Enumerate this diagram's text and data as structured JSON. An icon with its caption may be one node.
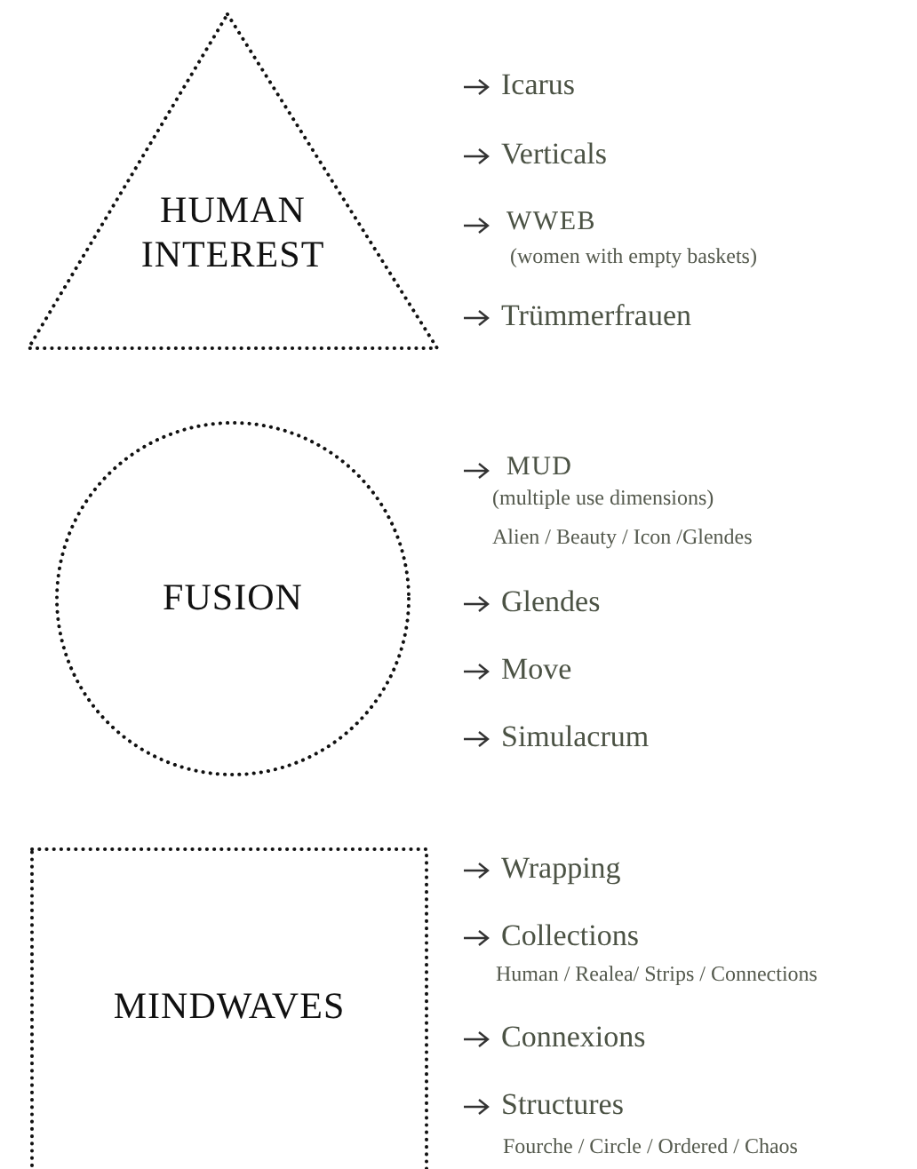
{
  "diagram": {
    "nodes": [
      {
        "text": [
          "HUMAN INTEREST"
        ]
      },
      {
        "text": [
          "FUSION"
        ]
      },
      {
        "text": [
          "MINDWAVES"
        ]
      }
    ],
    "labels": [
      "Icarus",
      "Verticals",
      "WWEB",
      "(women with empty baskets)",
      "Trümmerfrauen",
      "MUD",
      "(multiple use dimensions)",
      "Alien / Beauty / Icon /Glendes",
      "Glendes",
      "Move",
      "Simulacrum",
      "Wrapping",
      "Collections",
      "Human / Realea/ Strips / Connections",
      "Connexions",
      "Structures",
      "Fourche / Circle / Ordered / Chaos"
    ]
  }
}
